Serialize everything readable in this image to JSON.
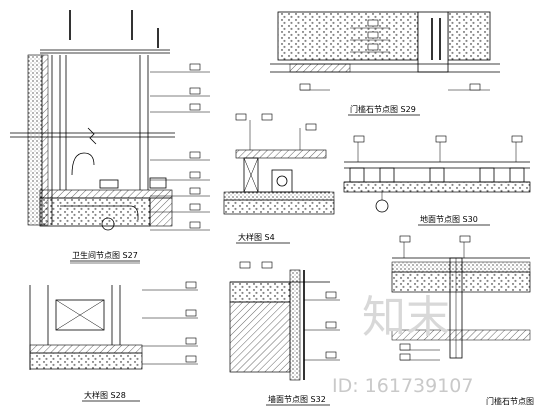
{
  "drawings": {
    "d1": {
      "caption": "卫生间节点图 S27"
    },
    "d2": {
      "caption": "门槛石节点图 S29"
    },
    "d3": {
      "caption": "大样图 S4"
    },
    "d4": {
      "caption": "地面节点图 S30"
    },
    "d5": {
      "caption": "大样图 S28"
    },
    "d6": {
      "caption": "墙面节点图 S32"
    },
    "d7": {
      "caption": "门槛石节点图"
    }
  },
  "watermark": {
    "brand": "知末",
    "id_text": "ID: 161739107"
  },
  "colors": {
    "line": "#000000",
    "paper": "#ffffff",
    "watermark": "#d8d8d8"
  }
}
